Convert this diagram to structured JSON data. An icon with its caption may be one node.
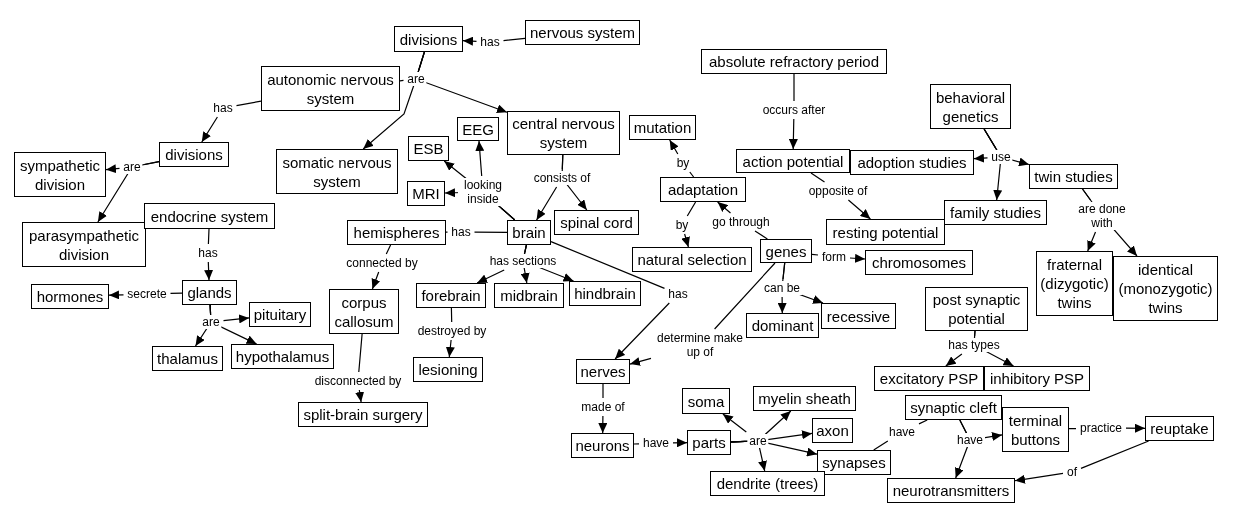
{
  "diagram": {
    "nodes": [
      {
        "text": [
          "nervous system"
        ]
      },
      {
        "text": [
          "divisions"
        ]
      },
      {
        "text": [
          "autonomic nervous system"
        ]
      },
      {
        "text": [
          "central nervous system"
        ]
      },
      {
        "text": [
          "somatic nervous system"
        ]
      },
      {
        "text": [
          "divisions"
        ]
      },
      {
        "text": [
          "sympathetic division"
        ]
      },
      {
        "text": [
          "parasympathetic division"
        ]
      },
      {
        "text": [
          "endocrine system"
        ]
      },
      {
        "text": [
          "EEG"
        ]
      },
      {
        "text": [
          "ESB"
        ]
      },
      {
        "text": [
          "MRI"
        ]
      },
      {
        "text": [
          "hemispheres"
        ]
      },
      {
        "text": [
          "brain"
        ]
      },
      {
        "text": [
          "spinal cord"
        ]
      },
      {
        "text": [
          "mutation"
        ]
      },
      {
        "text": [
          "adaptation"
        ]
      },
      {
        "text": [
          "natural selection"
        ]
      },
      {
        "text": [
          "genes"
        ]
      },
      {
        "text": [
          "chromosomes"
        ]
      },
      {
        "text": [
          "absolute refractory period"
        ]
      },
      {
        "text": [
          "action potential"
        ]
      },
      {
        "text": [
          "adoption studies"
        ]
      },
      {
        "text": [
          "resting potential"
        ]
      },
      {
        "text": [
          "behavioral genetics"
        ]
      },
      {
        "text": [
          "family studies"
        ]
      },
      {
        "text": [
          "twin studies"
        ]
      },
      {
        "text": [
          "fraternal (dizygotic) twins"
        ]
      },
      {
        "text": [
          "identical (monozygotic) twins"
        ]
      },
      {
        "text": [
          "glands"
        ]
      },
      {
        "text": [
          "hormones"
        ]
      },
      {
        "text": [
          "pituitary"
        ]
      },
      {
        "text": [
          "thalamus"
        ]
      },
      {
        "text": [
          "hypothalamus"
        ]
      },
      {
        "text": [
          "corpus callosum"
        ]
      },
      {
        "text": [
          "split-brain surgery"
        ]
      },
      {
        "text": [
          "forebrain"
        ]
      },
      {
        "text": [
          "midbrain"
        ]
      },
      {
        "text": [
          "hindbrain"
        ]
      },
      {
        "text": [
          "lesioning"
        ]
      },
      {
        "text": [
          "dominant"
        ]
      },
      {
        "text": [
          "recessive"
        ]
      },
      {
        "text": [
          "nerves"
        ]
      },
      {
        "text": [
          "neurons"
        ]
      },
      {
        "text": [
          "parts"
        ]
      },
      {
        "text": [
          "soma"
        ]
      },
      {
        "text": [
          "myelin sheath"
        ]
      },
      {
        "text": [
          "axon"
        ]
      },
      {
        "text": [
          "synapses"
        ]
      },
      {
        "text": [
          "dendrite (trees)"
        ]
      },
      {
        "text": [
          "post synaptic potential"
        ]
      },
      {
        "text": [
          "excitatory PSP"
        ]
      },
      {
        "text": [
          "inhibitory PSP"
        ]
      },
      {
        "text": [
          "synaptic cleft"
        ]
      },
      {
        "text": [
          "terminal buttons"
        ]
      },
      {
        "text": [
          "reuptake"
        ]
      },
      {
        "text": [
          "neurotransmitters"
        ]
      }
    ],
    "edges": [
      {
        "from": 0,
        "to": 1,
        "label": "has",
        "arrow": "to"
      },
      {
        "from": 1,
        "to": 2,
        "label": "are",
        "arrow": "none"
      },
      {
        "from": 1,
        "to": 4,
        "arrow": "to"
      },
      {
        "from": 1,
        "to": 3,
        "arrow": "to"
      },
      {
        "from": 2,
        "to": 5,
        "label": "has",
        "arrow": "to"
      },
      {
        "from": 5,
        "to": 6,
        "label": "are",
        "arrow": "to"
      },
      {
        "from": 5,
        "to": 7,
        "arrow": "to"
      },
      {
        "from": 8,
        "to": 29,
        "label": "has",
        "arrow": "to"
      },
      {
        "from": 29,
        "to": 30,
        "label": "secrete",
        "arrow": "to"
      },
      {
        "from": 29,
        "to": 31,
        "label": "are",
        "arrow": "to"
      },
      {
        "from": 29,
        "to": 32,
        "arrow": "to"
      },
      {
        "from": 29,
        "to": 33,
        "arrow": "to"
      },
      {
        "from": 3,
        "to": 13,
        "label": "consists of",
        "arrow": "to"
      },
      {
        "from": 3,
        "to": 14,
        "arrow": "to"
      },
      {
        "from": 13,
        "to": 9,
        "label": "looking inside",
        "arrow": "to"
      },
      {
        "from": 13,
        "to": 10,
        "arrow": "to"
      },
      {
        "from": 13,
        "to": 11,
        "arrow": "to"
      },
      {
        "from": 13,
        "to": 12,
        "label": "has",
        "arrow": "none"
      },
      {
        "from": 12,
        "to": 34,
        "label": "connected by",
        "arrow": "to"
      },
      {
        "from": 34,
        "to": 35,
        "label": "disconnected by",
        "arrow": "to"
      },
      {
        "from": 13,
        "to": 36,
        "label": "has sections",
        "arrow": "to"
      },
      {
        "from": 13,
        "to": 37,
        "arrow": "to"
      },
      {
        "from": 13,
        "to": 38,
        "arrow": "to"
      },
      {
        "from": 36,
        "to": 39,
        "label": "destroyed by",
        "arrow": "to"
      },
      {
        "from": 13,
        "to": 42,
        "label": "has",
        "arrow": "to"
      },
      {
        "from": 18,
        "to": 42,
        "label": "determine make up of",
        "arrow": "to"
      },
      {
        "from": 18,
        "to": 19,
        "label": "form",
        "arrow": "to"
      },
      {
        "from": 18,
        "to": 40,
        "label": "can be",
        "arrow": "to"
      },
      {
        "from": 18,
        "to": 41,
        "arrow": "to"
      },
      {
        "from": 16,
        "to": 15,
        "label": "by",
        "arrow": "to"
      },
      {
        "from": 16,
        "to": 17,
        "label": "by",
        "arrow": "to"
      },
      {
        "from": 18,
        "to": 16,
        "label": "go through",
        "arrow": "to"
      },
      {
        "from": 20,
        "to": 21,
        "label": "occurs after",
        "arrow": "to"
      },
      {
        "from": 21,
        "to": 23,
        "label": "opposite of",
        "arrow": "to"
      },
      {
        "from": 24,
        "to": 22,
        "label": "use",
        "arrow": "to"
      },
      {
        "from": 24,
        "to": 25,
        "arrow": "to"
      },
      {
        "from": 24,
        "to": 26,
        "arrow": "to"
      },
      {
        "from": 26,
        "to": 27,
        "label": "are done with",
        "arrow": "to"
      },
      {
        "from": 26,
        "to": 28,
        "arrow": "to"
      },
      {
        "from": 50,
        "to": 51,
        "label": "has types",
        "arrow": "to"
      },
      {
        "from": 50,
        "to": 52,
        "arrow": "to"
      },
      {
        "from": 42,
        "to": 43,
        "label": "made of",
        "arrow": "to"
      },
      {
        "from": 43,
        "to": 44,
        "label": "have",
        "arrow": "to"
      },
      {
        "from": 44,
        "to": 45,
        "label": "are",
        "arrow": "to"
      },
      {
        "from": 44,
        "to": 46,
        "arrow": "to"
      },
      {
        "from": 44,
        "to": 47,
        "arrow": "to"
      },
      {
        "from": 44,
        "to": 48,
        "arrow": "to"
      },
      {
        "from": 44,
        "to": 49,
        "arrow": "to"
      },
      {
        "from": 48,
        "to": 53,
        "label": "have",
        "arrow": "none"
      },
      {
        "from": 53,
        "to": 54,
        "label": "have",
        "arrow": "to"
      },
      {
        "from": 53,
        "to": 56,
        "arrow": "to"
      },
      {
        "from": 54,
        "to": 55,
        "label": "practice",
        "arrow": "to"
      },
      {
        "from": 55,
        "to": 56,
        "label": "of",
        "arrow": "to"
      }
    ]
  }
}
